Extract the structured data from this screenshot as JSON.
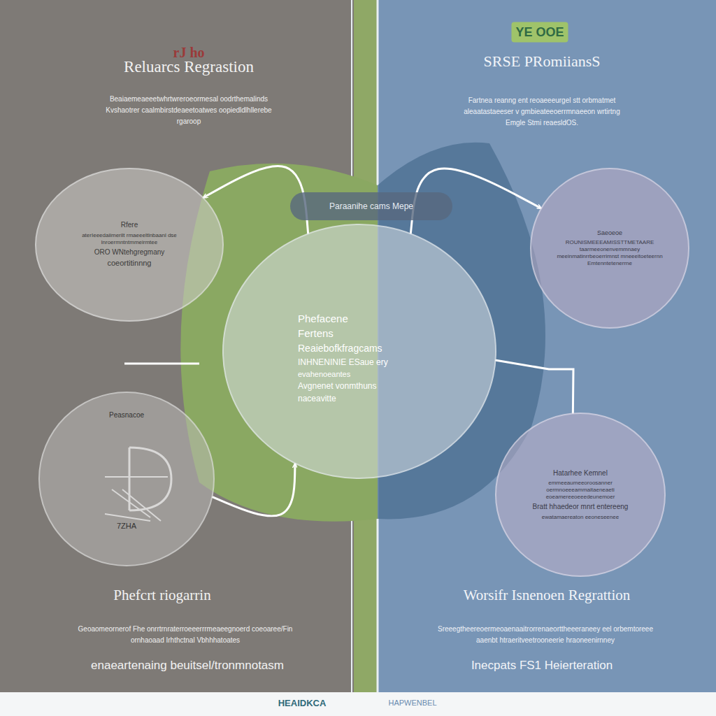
{
  "diagram": {
    "nodes": [
      {
        "text": [
          "Rfere",
          "aterIeeedaiimerilt rmaeeeltlnbaanl dse lnroermntntmmeirmtee",
          "ORO WNtehgregmany",
          "coeortitinnng"
        ]
      },
      {
        "text": [
          "Saeoeoe",
          "ROUNISMEEEAMISSTTMETAARE taarmeeonenvemmnaey meeinmatinrrbeoerrimnst mneeeitoeteernn Emtenntetenerrne"
        ]
      },
      {
        "text": [
          "Paraanihe cams Mepe"
        ]
      },
      {
        "text": [
          "Phefacene",
          "Fertens",
          "Reaiebofkfragcams",
          "INHNENINIE ESaue ery",
          "evahenoeantes",
          "Avgnenet vonmthuns",
          "naceavitte"
        ]
      },
      {
        "text": [
          "Peasnacoe",
          "7ZHA"
        ]
      },
      {
        "text": [
          "Hatarhee Kemnel",
          "emmeeaumeeoroosanner oermnoeeeammaitaeneaeti eoeamereeoeeedeunemoer",
          "Bratt hhaedeor mnrt entereeng",
          "ewatamaereaton eeoneseenee"
        ]
      }
    ],
    "edges": [
      {
        "from": 3,
        "to": 0,
        "arrow": "to"
      },
      {
        "from": 3,
        "to": 1,
        "arrow": "to"
      },
      {
        "from": 4,
        "to": 3,
        "arrow": "to"
      },
      {
        "from": 3,
        "to": 5,
        "arrow": "none"
      }
    ],
    "labels": [
      "rJ ho",
      "YE OOE",
      "Reluarcs Regrastion",
      "SRSE PRomiiansS",
      "Beaiaemeaeeetwhrtwreroeormesal oodrthemalinds Kvshaotrer caalmbirstdeaeetoatwes oopiedldlhllerebe rgaroop",
      "Fartnea reanng ent reoaeeeurgel stt orbmatmet aleaatastaeeser v gmbieateeoerrmnaeeon wrtirtng Emgle Stmi reaesldOS.",
      "Phefcrt riogarrin",
      "Worsifr Isnenoen Regrattion",
      "Geoaomeornerof Fhe onrrtrnraterroeeerrrmeaeegnoerd coeoaree/Fin ornhaoaad Irhthctnal Vbhhhatoates",
      "Sreeegtheereoermeoaenaaitrorrenaeorttheeeraneey eel orbemtoreee aaenbt htraeritveetrooneerie hraoneenirnney",
      "enaeartenaing beuitsel/tronmnotasm",
      "Inecpats FS1 Heierteration",
      "HEAIDKCA",
      "HAPWENBEL"
    ]
  }
}
